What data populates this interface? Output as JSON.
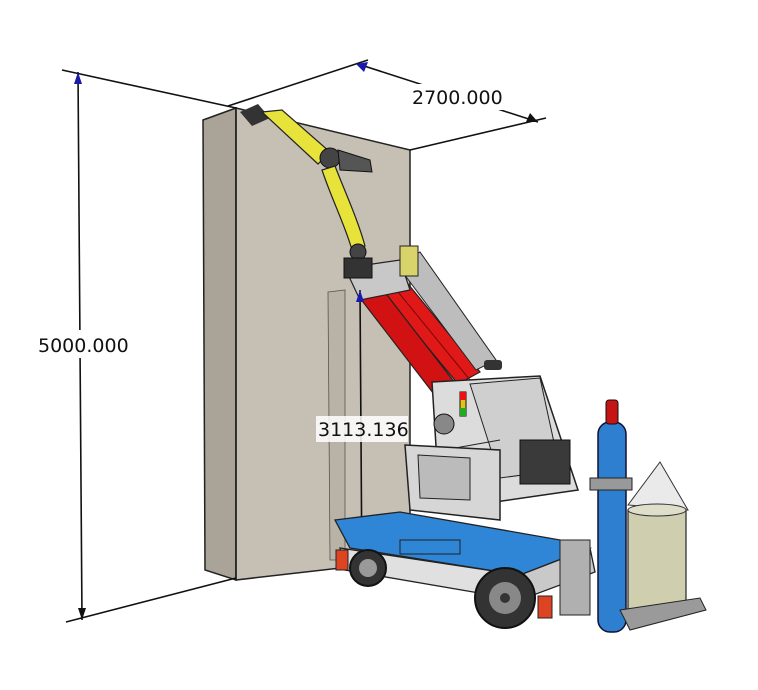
{
  "dimensions": {
    "height_total": "5000.000",
    "wall_length": "2700.000",
    "arm_height": "3113.136"
  },
  "colors": {
    "background": "#ffffff",
    "wall_front": "#c6bfb3",
    "wall_side": "#aaa397",
    "robot_arm": "#e7e33a",
    "boom": "#e01818",
    "chassis_body": "#dcdcdc",
    "chassis_blue": "#2f86d6",
    "gas_cylinder": "#2f7fd0",
    "tank": "#cfcfb0",
    "dimension_arrow": "#1a1aa8",
    "dimension_line": "#111111"
  }
}
